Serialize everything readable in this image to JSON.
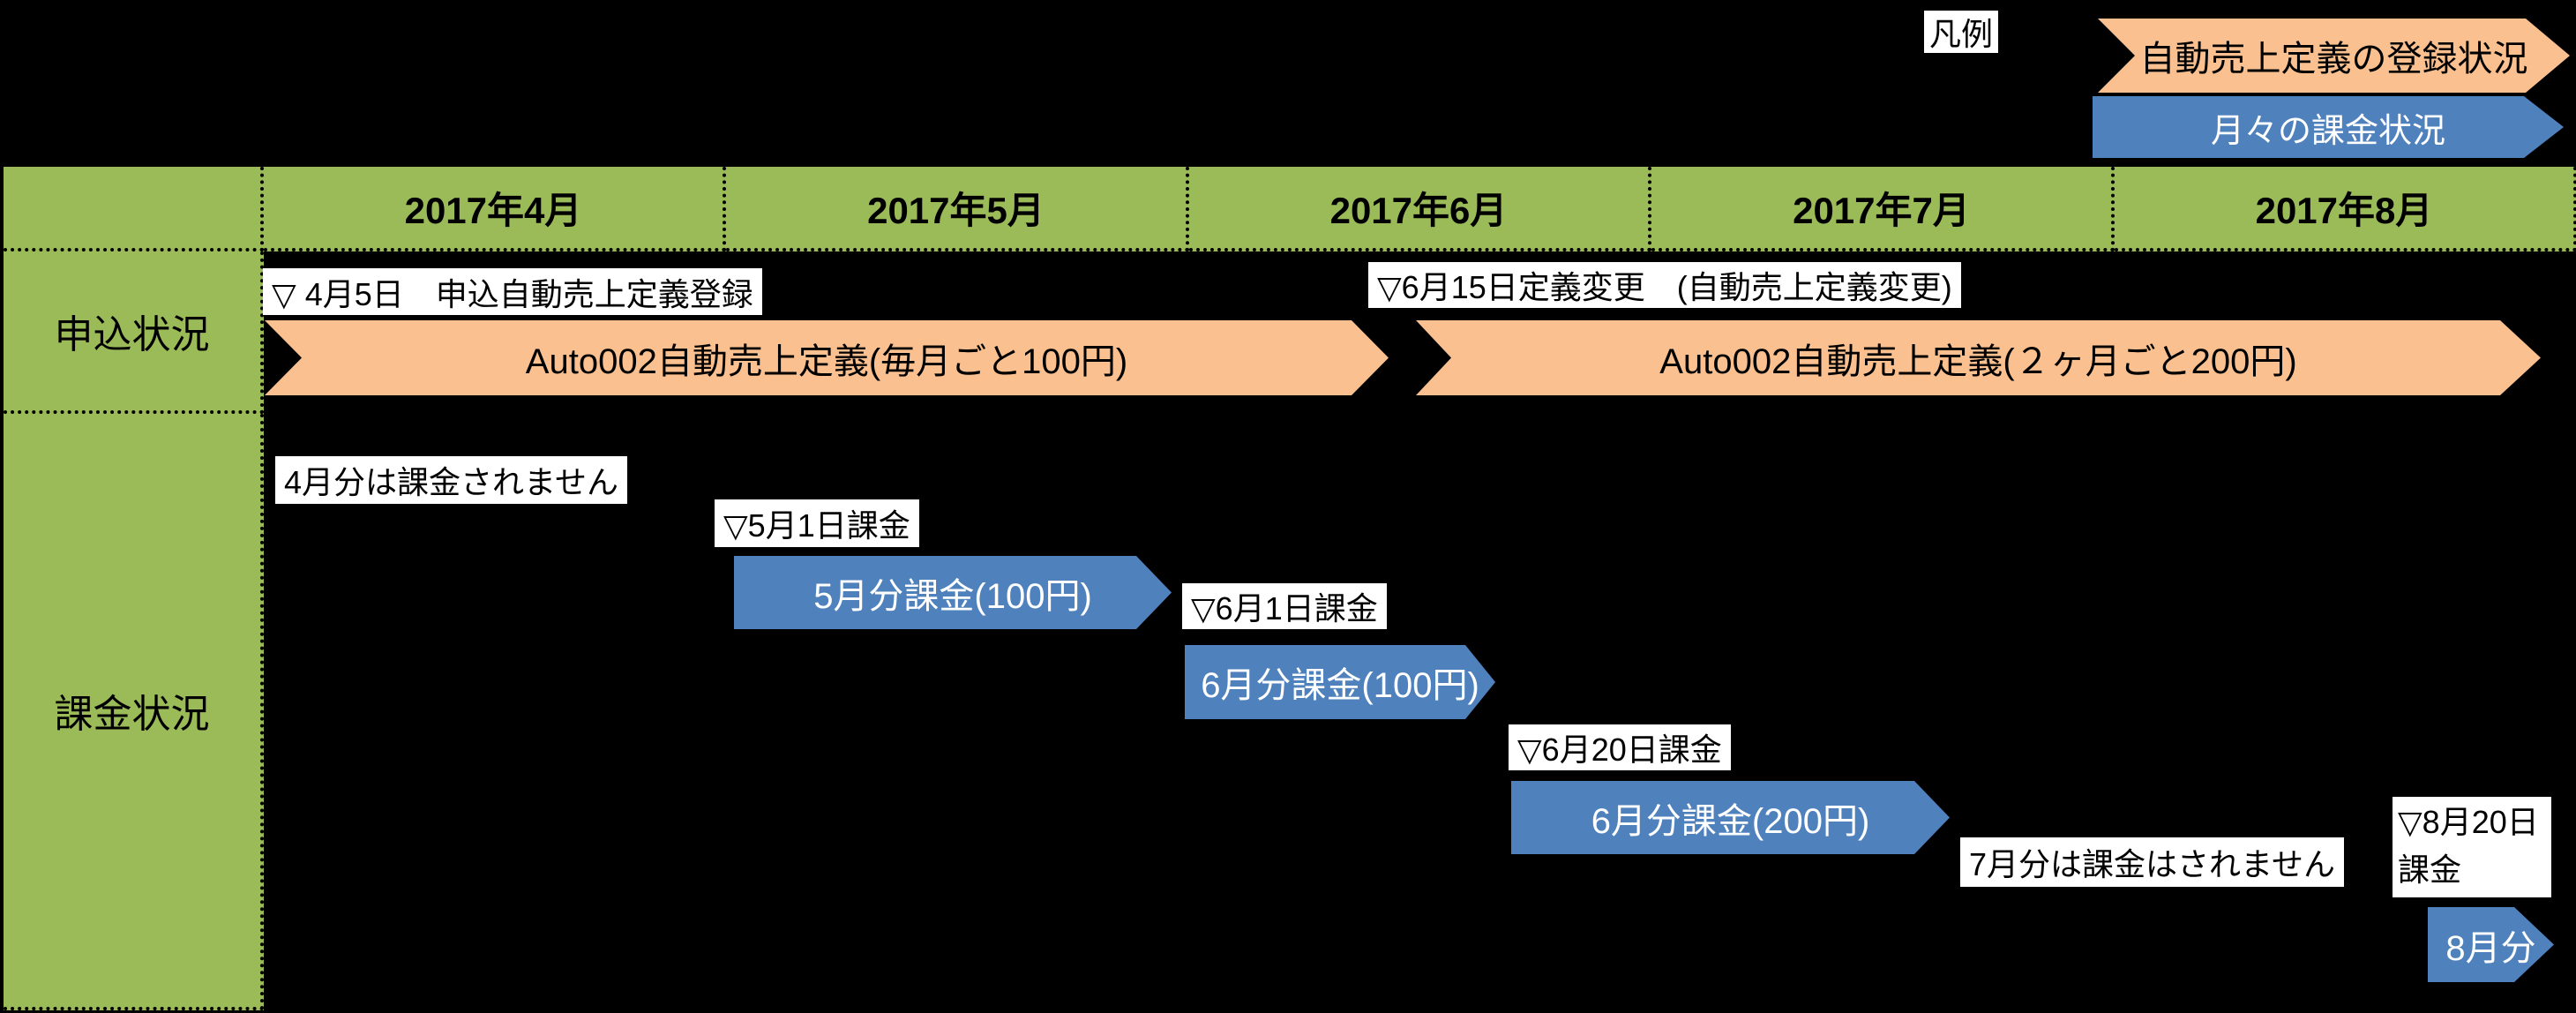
{
  "colors": {
    "green": "#9BBB59",
    "orange": "#FAC090",
    "blue": "#4F81BD",
    "background": "#000000"
  },
  "legend": {
    "title": "凡例",
    "items": [
      {
        "label": "自動売上定義の登録状況",
        "color": "#FAC090"
      },
      {
        "label": "月々の課金状況",
        "color": "#4F81BD"
      }
    ]
  },
  "table": {
    "months": [
      "2017年4月",
      "2017年5月",
      "2017年6月",
      "2017年7月",
      "2017年8月"
    ],
    "rows": [
      {
        "label": "申込状況"
      },
      {
        "label": "課金状況"
      }
    ]
  },
  "application": {
    "reg_label": "▽ 4月5日　申込自動売上定義登録",
    "reg_arrow": "Auto002自動売上定義(毎月ごと100円)",
    "change_label": "▽6月15日定義変更　(自動売上定義変更)",
    "change_arrow": "Auto002自動売上定義(２ヶ月ごと200円)"
  },
  "billing": {
    "april_note": "4月分は課金されません",
    "may_label": "▽5月1日課金",
    "may_arrow": "5月分課金(100円)",
    "june1_label": "▽6月1日課金",
    "june1_arrow": "6月分課金(100円)",
    "june20_label": "▽6月20日課金",
    "june20_arrow": "6月分課金(200円)",
    "july_note": "7月分は課金はされません",
    "aug_label": "▽8月20日課金",
    "aug_arrow": "8月分"
  }
}
